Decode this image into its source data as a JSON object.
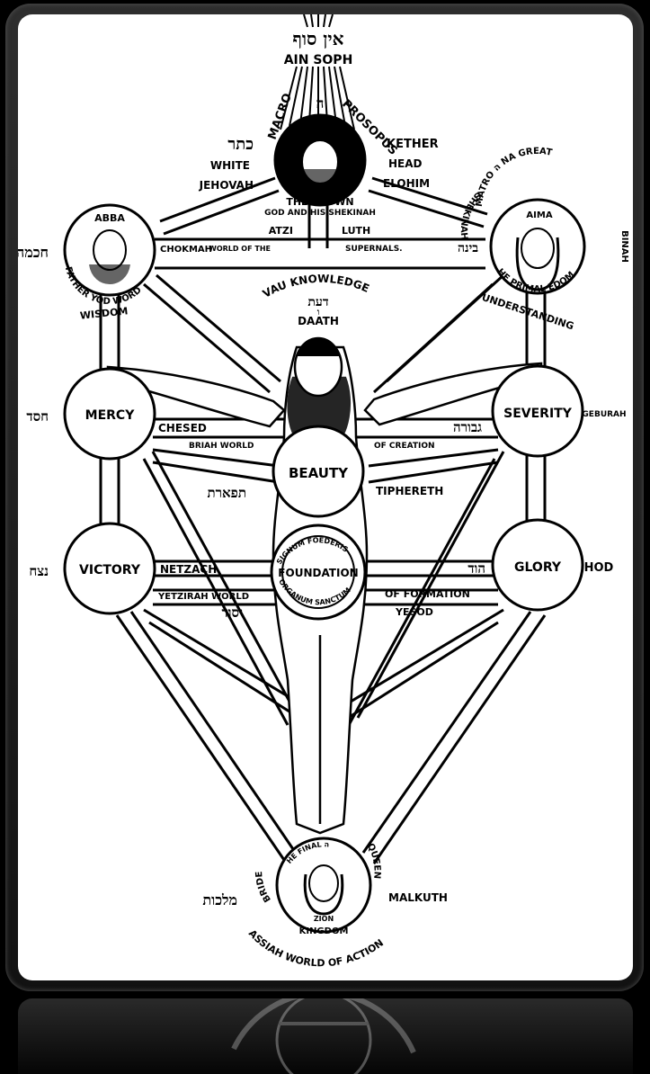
{
  "diagram": {
    "top": {
      "hebrew": "אין סוף",
      "label": "AIN SOPH",
      "macro": "MACRO",
      "prosopus": "PROSOPUS",
      "he": "ה"
    },
    "crown": {
      "name": "THE CROWN",
      "subtitle": "GOD AND HIS SHEKINAH",
      "left": [
        "כתר",
        "WHITE",
        "JEHOVAH"
      ],
      "right": [
        "KETHER",
        "HEAD",
        "ELOHIM"
      ],
      "atzi": "ATZI",
      "luth": "LUTH"
    },
    "abba": {
      "name": "ABBA",
      "hebrew": "חכמה",
      "arc": "FATHER YOD WORD",
      "sub": "WISDOM"
    },
    "aima": {
      "name": "AIMA",
      "arc_top": "MATRO ה NA GREAT",
      "arc_left": "SHEKINAH",
      "arc_bottom": "HE PRIMAL EDOM",
      "sub": "UNDERSTANDING",
      "side": "BINAH"
    },
    "supernal_bar": {
      "left": "CHOKMAH",
      "mid": "WORLD OF THE",
      "right": "SUPERNALS.",
      "hebrew": "בינה"
    },
    "daath": {
      "line1": "VAU KNOWLEDGE",
      "hebrew": "דעת",
      "vau": "ו",
      "name": "DAATH"
    },
    "mercy": {
      "name": "MERCY",
      "hebrew": "חסד"
    },
    "severity": {
      "name": "SEVERITY",
      "side": "GEBURAH"
    },
    "chesed_bar": {
      "left": "CHESED",
      "hebrew_right": "גבורה"
    },
    "briah_bar": {
      "left": "BRIAH WORLD",
      "right": "OF CREATION"
    },
    "beauty": {
      "name": "BEAUTY",
      "hebrew": "תפארת",
      "label": "TIPHERETH"
    },
    "victory": {
      "name": "VICTORY",
      "hebrew": "נצח"
    },
    "glory": {
      "name": "GLORY",
      "side": "HOD"
    },
    "netzach_bar": {
      "left": "NETZACH",
      "hebrew_right": "הוד"
    },
    "foundation": {
      "name": "FOUNDATION",
      "arc_top": "SIGNUM FOEDERIS",
      "arc_bottom": "ORGANUM SANCTUM"
    },
    "yetzirah_bar": {
      "left": "YETZIRAH WORLD",
      "right": "OF FORMATION",
      "hebrew": "יסוד",
      "yesod": "YESOD"
    },
    "kingdom": {
      "hebrew": "מלכות",
      "malkuth": "MALKUTH",
      "bride": "BRIDE",
      "queen": "QUEEN",
      "arc": "HE FINAL ה",
      "zion": "ZION",
      "name": "KINGDOM",
      "bottom": "ASSIAH WORLD OF ACTION"
    }
  },
  "colors": {
    "ink": "#000000",
    "paper": "#ffffff",
    "frame": "#1c1c1c"
  }
}
